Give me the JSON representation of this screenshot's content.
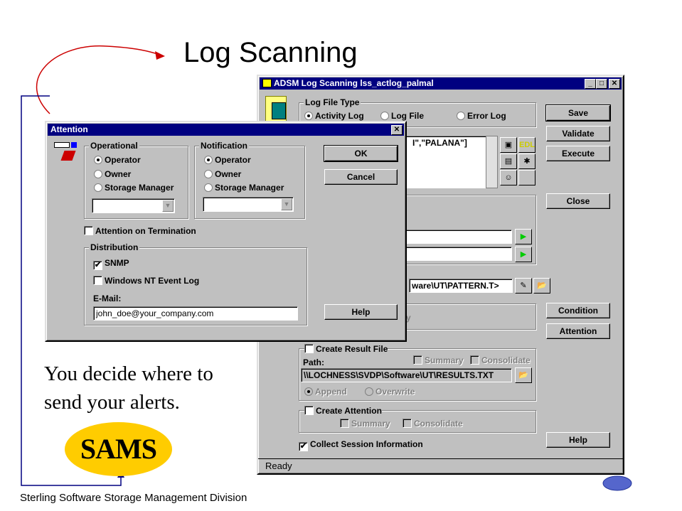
{
  "slide": {
    "title": "Log Scanning",
    "caption_line1": "You decide where to",
    "caption_line2": "send your alerts.",
    "logo": "SAMS",
    "footer": "Sterling Software Storage Management Division"
  },
  "main_window": {
    "title": "ADSM Log Scanning lss_actlog_palmal",
    "log_file_type": {
      "label": "Log File Type",
      "options": [
        "Activity Log",
        "Log File",
        "Error Log"
      ],
      "selected": "Activity Log"
    },
    "text_area_value": "I\",\"PALANA\"]",
    "pattern_path": "ware\\UT\\PATTERN.T>",
    "partial_text": "y",
    "result_file": {
      "label": "Create Result File",
      "summary": "Summary",
      "consolidate": "Consolidate",
      "path_label": "Path:",
      "path": "\\\\LOCHNESS\\SVDP\\Software\\UT\\RESULTS.TXT",
      "append": "Append",
      "overwrite": "Overwrite"
    },
    "create_attention": {
      "label": "Create Attention",
      "summary": "Summary",
      "consolidate": "Consolidate"
    },
    "collect_session": "Collect Session Information",
    "buttons": {
      "save": "Save",
      "validate": "Validate",
      "execute": "Execute",
      "close": "Close",
      "condition": "Condition",
      "attention": "Attention",
      "help": "Help"
    },
    "status": "Ready"
  },
  "attention_dialog": {
    "title": "Attention",
    "operational": {
      "label": "Operational",
      "options": [
        "Operator",
        "Owner",
        "Storage Manager"
      ],
      "selected": "Operator"
    },
    "notification": {
      "label": "Notification",
      "options": [
        "Operator",
        "Owner",
        "Storage Manager"
      ],
      "selected": "Operator"
    },
    "attention_on_termination": "Attention on Termination",
    "distribution": {
      "label": "Distribution",
      "snmp": "SNMP",
      "nt_event_log": "Windows NT Event Log",
      "email_label": "E-Mail:",
      "email": "john_doe@your_company.com"
    },
    "buttons": {
      "ok": "OK",
      "cancel": "Cancel",
      "help": "Help"
    }
  },
  "colors": {
    "titlebar": "#000080",
    "face": "#c0c0c0",
    "logo": "#ffcc00",
    "arrow": "#cc0000",
    "line": "#000080"
  }
}
